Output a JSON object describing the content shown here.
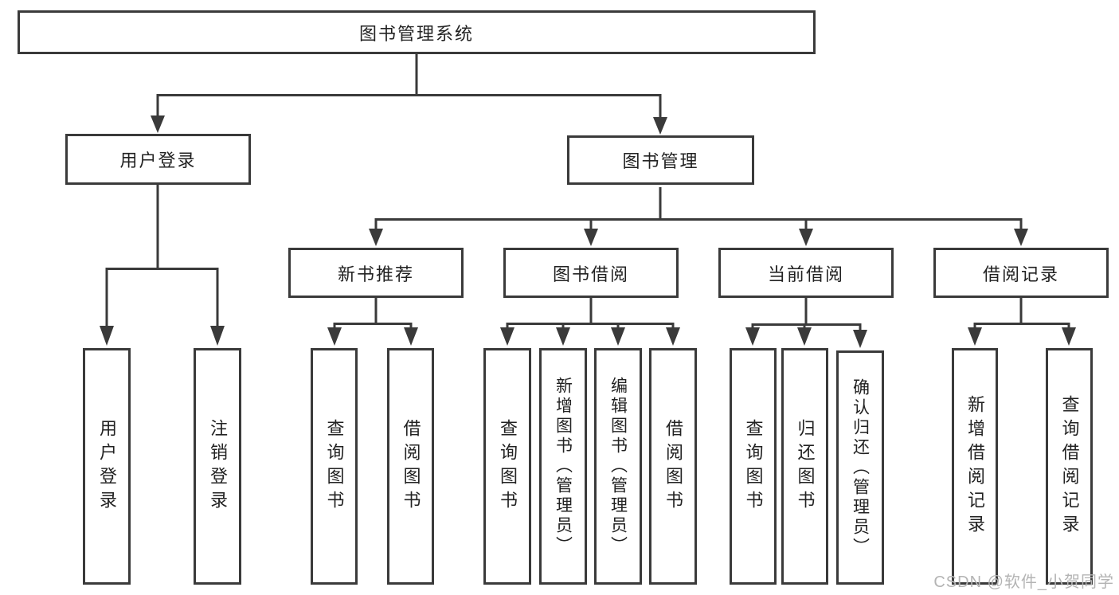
{
  "diagram_type": "functional-structure-tree",
  "root": {
    "label": "图书管理系统"
  },
  "branches": [
    {
      "label": "用户登录",
      "children": [
        {
          "label": "用户登录"
        },
        {
          "label": "注销登录"
        }
      ]
    },
    {
      "label": "图书管理",
      "children": [
        {
          "label": "新书推荐",
          "children": [
            {
              "label": "查询图书"
            },
            {
              "label": "借阅图书"
            }
          ]
        },
        {
          "label": "图书借阅",
          "children": [
            {
              "label": "查询图书"
            },
            {
              "label": "新增图书（管理员）"
            },
            {
              "label": "编辑图书（管理员）"
            },
            {
              "label": "借阅图书"
            }
          ]
        },
        {
          "label": "当前借阅",
          "children": [
            {
              "label": "查询图书"
            },
            {
              "label": "归还图书"
            },
            {
              "label": "确认归还（管理员）"
            }
          ]
        },
        {
          "label": "借阅记录",
          "children": [
            {
              "label": "新增借阅记录"
            },
            {
              "label": "查询借阅记录"
            }
          ]
        }
      ]
    }
  ],
  "watermark": {
    "text": "CSDN @软件_小贺同学"
  },
  "colors": {
    "border": "#3a3a3a",
    "line": "#3a3a3a",
    "text": "#222222",
    "background": "#ffffff",
    "watermark": "#b4b4b4"
  }
}
